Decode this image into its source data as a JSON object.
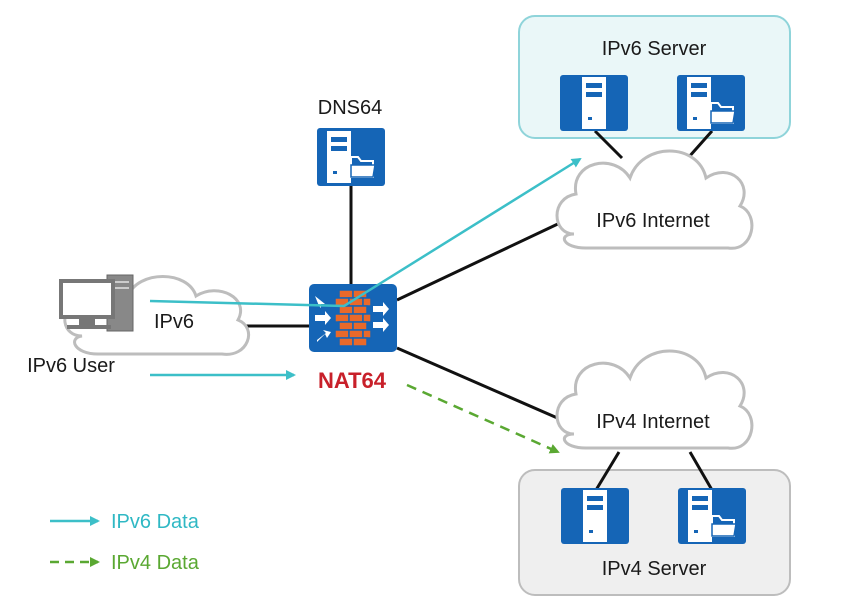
{
  "labels": {
    "ipv6_server": "IPv6 Server",
    "ipv4_server": "IPv4 Server",
    "dns64": "DNS64",
    "ipv6_internet": "IPv6 Internet",
    "ipv4_internet": "IPv4 Internet",
    "ipv6_cloud": "IPv6",
    "ipv6_user": "IPv6 User",
    "nat64": "NAT64"
  },
  "legend": {
    "ipv6_data": "IPv6 Data",
    "ipv4_data": "IPv4 Data"
  },
  "colors": {
    "ipv6_flow": "#3cbfc8",
    "ipv4_flow": "#5aa832",
    "device_blue": "#1565b6",
    "nat_red": "#c8202a",
    "firewall_orange": "#e8692a",
    "server_group_v6_fill": "#eaf7f8",
    "server_group_v6_border": "#8fd4da",
    "server_group_v4_fill": "#efefef",
    "server_group_v4_border": "#bdbdbd"
  },
  "icons": {
    "server": "server-icon",
    "server_folder": "server-folder-icon",
    "firewall": "firewall-icon",
    "computer": "computer-icon",
    "cloud": "cloud-icon"
  }
}
